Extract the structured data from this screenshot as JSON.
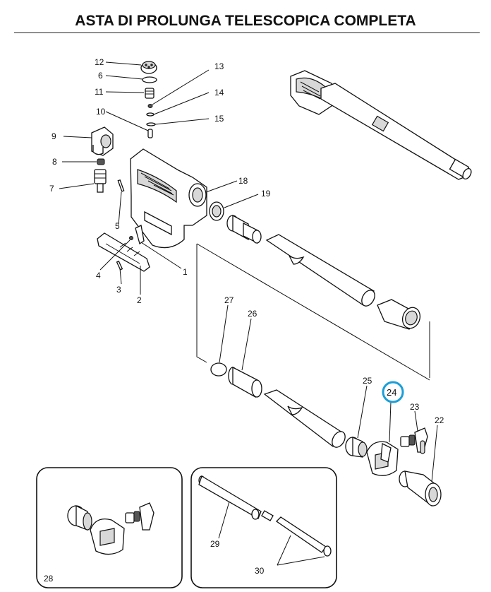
{
  "title": "ASTA DI PROLUNGA TELESCOPICA COMPLETA",
  "highlight_color": "#1a9fd8",
  "labels": {
    "p1": "1",
    "p2": "2",
    "p3": "3",
    "p4": "4",
    "p5": "5",
    "p6": "6",
    "p7": "7",
    "p8": "8",
    "p9": "9",
    "p10": "10",
    "p11": "11",
    "p12": "12",
    "p13": "13",
    "p14": "14",
    "p15": "15",
    "p18": "18",
    "p19": "19",
    "p22": "22",
    "p23": "23",
    "p24": "24",
    "p25": "25",
    "p26": "26",
    "p27": "27",
    "p28": "28",
    "p29": "29",
    "p30": "30"
  }
}
